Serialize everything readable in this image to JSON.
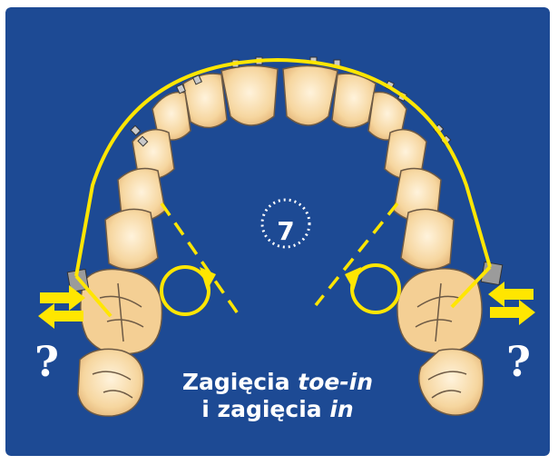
{
  "figure": {
    "background_color": "#1d4a94",
    "wire_color": "#ffe600",
    "tooth_fill": "#f7d9a6",
    "tooth_outline": "#6d5a45",
    "step_number": "7",
    "caption": {
      "line1_prefix": "Zagięcia ",
      "line1_emphasis": "toe-in",
      "line2_prefix": "i zagięcia ",
      "line2_emphasis": "in"
    },
    "question_mark_left": "?",
    "question_mark_right": "?",
    "icons": [
      "rotation-arrow-icon",
      "inward-arrow-icon",
      "outward-arrow-icon",
      "bracket-icon",
      "molar-tube-icon"
    ]
  }
}
